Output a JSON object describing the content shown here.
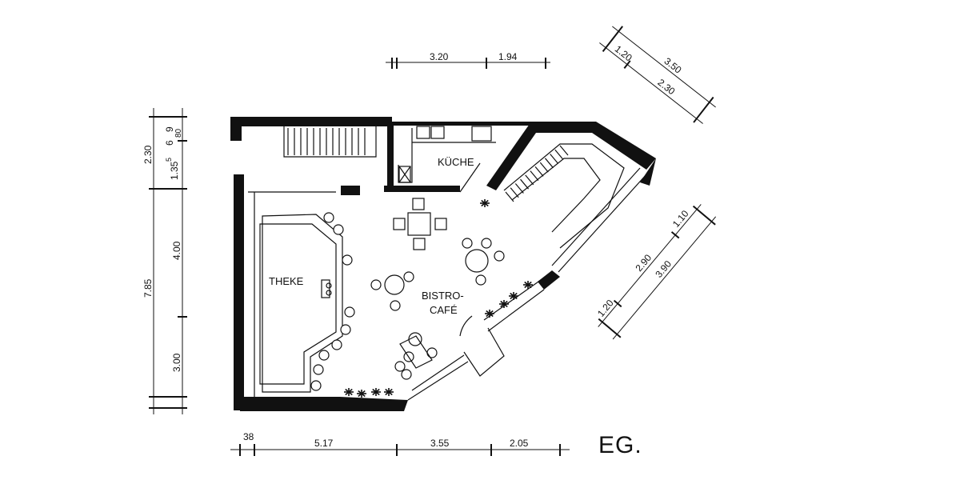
{
  "plan": {
    "floor_label": "EG.",
    "rooms": {
      "kitchen": "KÜCHE",
      "bar": "THEKE",
      "cafe_line1": "BISTRO-",
      "cafe_line2": "CAFÉ"
    },
    "dimensions": {
      "top_1": "3.20",
      "top_2": "1.94",
      "bottom_1": "38",
      "bottom_2": "5.17",
      "bottom_3": "3.55",
      "bottom_4": "2.05",
      "left_total": "7.85",
      "left_upper": "2.30",
      "left_a": "6",
      "left_b": "9",
      "left_c": "80",
      "left_d": "1.35",
      "left_d_sup": "5",
      "left_e": "4.00",
      "left_f": "3.00",
      "ne_1": "1.20",
      "ne_2": "2.30",
      "ne_total": "3.50",
      "se_1": "1.20",
      "se_2": "2.90",
      "se_3": "1.10",
      "se_total": "3.90"
    }
  }
}
